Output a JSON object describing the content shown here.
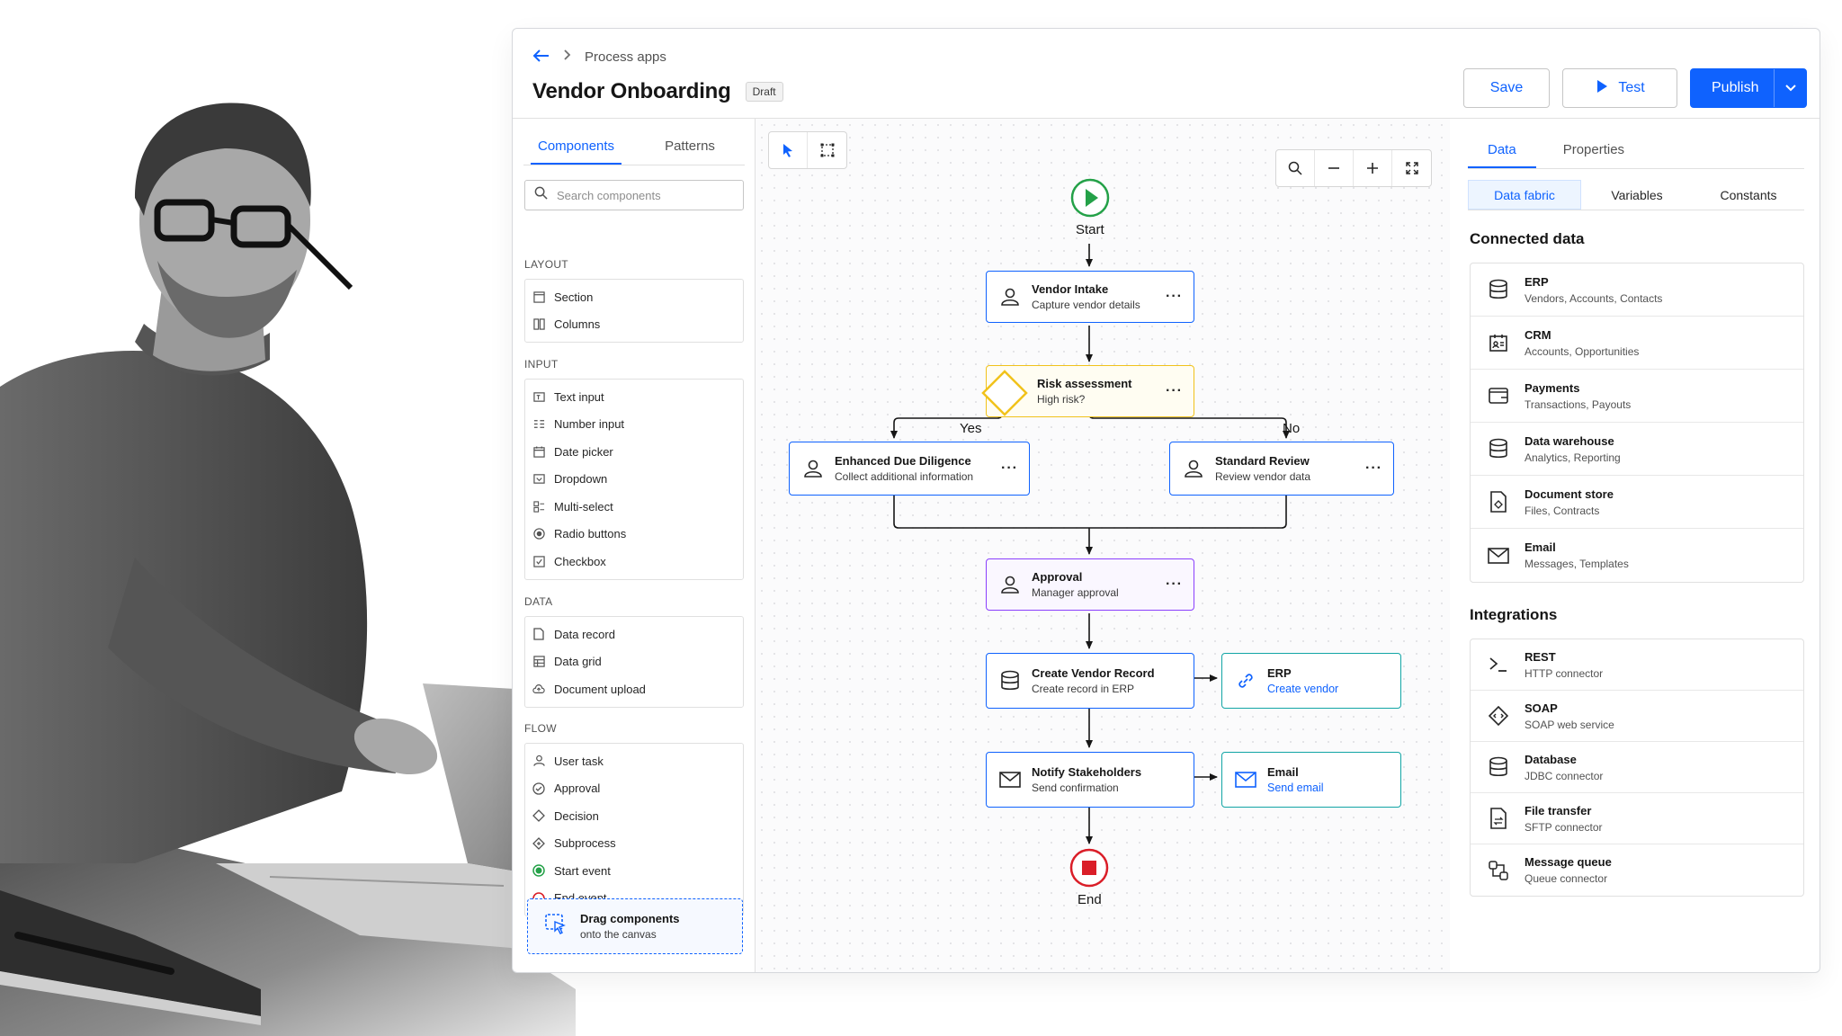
{
  "header": {
    "breadcrumb": "Process apps",
    "title": "Vendor Onboarding",
    "status": "Draft",
    "save_label": "Save",
    "test_label": "Test",
    "publish_label": "Publish"
  },
  "left_panel": {
    "tabs": [
      "Components",
      "Patterns"
    ],
    "search_placeholder": "Search components",
    "sections": [
      {
        "label": "LAYOUT",
        "items": [
          {
            "label": "Section",
            "icon": "section-icon"
          },
          {
            "label": "Columns",
            "icon": "columns-icon"
          }
        ]
      },
      {
        "label": "INPUT",
        "items": [
          {
            "label": "Text input",
            "icon": "text-input-icon"
          },
          {
            "label": "Number input",
            "icon": "number-input-icon"
          },
          {
            "label": "Date picker",
            "icon": "calendar-icon"
          },
          {
            "label": "Dropdown",
            "icon": "dropdown-icon"
          },
          {
            "label": "Multi-select",
            "icon": "multi-select-icon"
          },
          {
            "label": "Radio buttons",
            "icon": "radio-icon"
          },
          {
            "label": "Checkbox",
            "icon": "checkbox-icon"
          }
        ]
      },
      {
        "label": "DATA",
        "items": [
          {
            "label": "Data record",
            "icon": "document-icon"
          },
          {
            "label": "Data grid",
            "icon": "grid-icon"
          },
          {
            "label": "Document upload",
            "icon": "cloud-upload-icon"
          }
        ]
      },
      {
        "label": "FLOW",
        "items": [
          {
            "label": "User task",
            "icon": "user-icon"
          },
          {
            "label": "Approval",
            "icon": "check-circle-icon"
          },
          {
            "label": "Decision",
            "icon": "diamond-icon"
          },
          {
            "label": "Subprocess",
            "icon": "subprocess-icon"
          },
          {
            "label": "Start event",
            "icon": "start-event-icon"
          },
          {
            "label": "End event",
            "icon": "end-event-icon"
          }
        ]
      }
    ],
    "drag_hint": {
      "title": "Drag components",
      "subtitle": "onto the canvas"
    }
  },
  "canvas": {
    "start_label": "Start",
    "end_label": "End",
    "nodes": {
      "intake": {
        "title": "Vendor Intake",
        "subtitle": "Capture vendor details"
      },
      "risk": {
        "title": "Risk assessment",
        "subtitle": "High risk?"
      },
      "due_diligence": {
        "title": "Enhanced Due Diligence",
        "subtitle": "Collect additional information"
      },
      "standard_review": {
        "title": "Standard Review",
        "subtitle": "Review vendor data"
      },
      "approval": {
        "title": "Approval",
        "subtitle": "Manager approval"
      },
      "create_record": {
        "title": "Create Vendor Record",
        "subtitle": "Create record in ERP"
      },
      "erp": {
        "title": "ERP",
        "subtitle": "Create vendor"
      },
      "notify": {
        "title": "Notify Stakeholders",
        "subtitle": "Send confirmation"
      },
      "email": {
        "title": "Email",
        "subtitle": "Send email"
      }
    },
    "branch_yes": "Yes",
    "branch_no": "No"
  },
  "right_panel": {
    "tabs": [
      "Data",
      "Properties"
    ],
    "subtabs": [
      "Data fabric",
      "Variables",
      "Constants"
    ],
    "connected_heading": "Connected data",
    "connected": [
      {
        "name": "ERP",
        "detail": "Vendors, Accounts, Contacts",
        "icon": "database-icon"
      },
      {
        "name": "CRM",
        "detail": "Accounts, Opportunities",
        "icon": "crm-icon"
      },
      {
        "name": "Payments",
        "detail": "Transactions, Payouts",
        "icon": "wallet-icon"
      },
      {
        "name": "Data warehouse",
        "detail": "Analytics, Reporting",
        "icon": "database-icon"
      },
      {
        "name": "Document store",
        "detail": "Files, Contracts",
        "icon": "document-icon"
      },
      {
        "name": "Email",
        "detail": "Messages, Templates",
        "icon": "mail-icon"
      }
    ],
    "integrations_heading": "Integrations",
    "integrations": [
      {
        "name": "REST",
        "detail": "HTTP connector",
        "icon": "terminal-icon"
      },
      {
        "name": "SOAP",
        "detail": "SOAP web service",
        "icon": "diamond-code-icon"
      },
      {
        "name": "Database",
        "detail": "JDBC connector",
        "icon": "database-icon"
      },
      {
        "name": "File transfer",
        "detail": "SFTP connector",
        "icon": "file-transfer-icon"
      },
      {
        "name": "Message queue",
        "detail": "Queue connector",
        "icon": "queue-icon"
      }
    ]
  },
  "colors": {
    "primary": "#0f62fe",
    "decision": "#f1c21b",
    "approval": "#8a3ffc",
    "integration": "#12a5a5",
    "start": "#24a148",
    "end": "#da1e28"
  }
}
